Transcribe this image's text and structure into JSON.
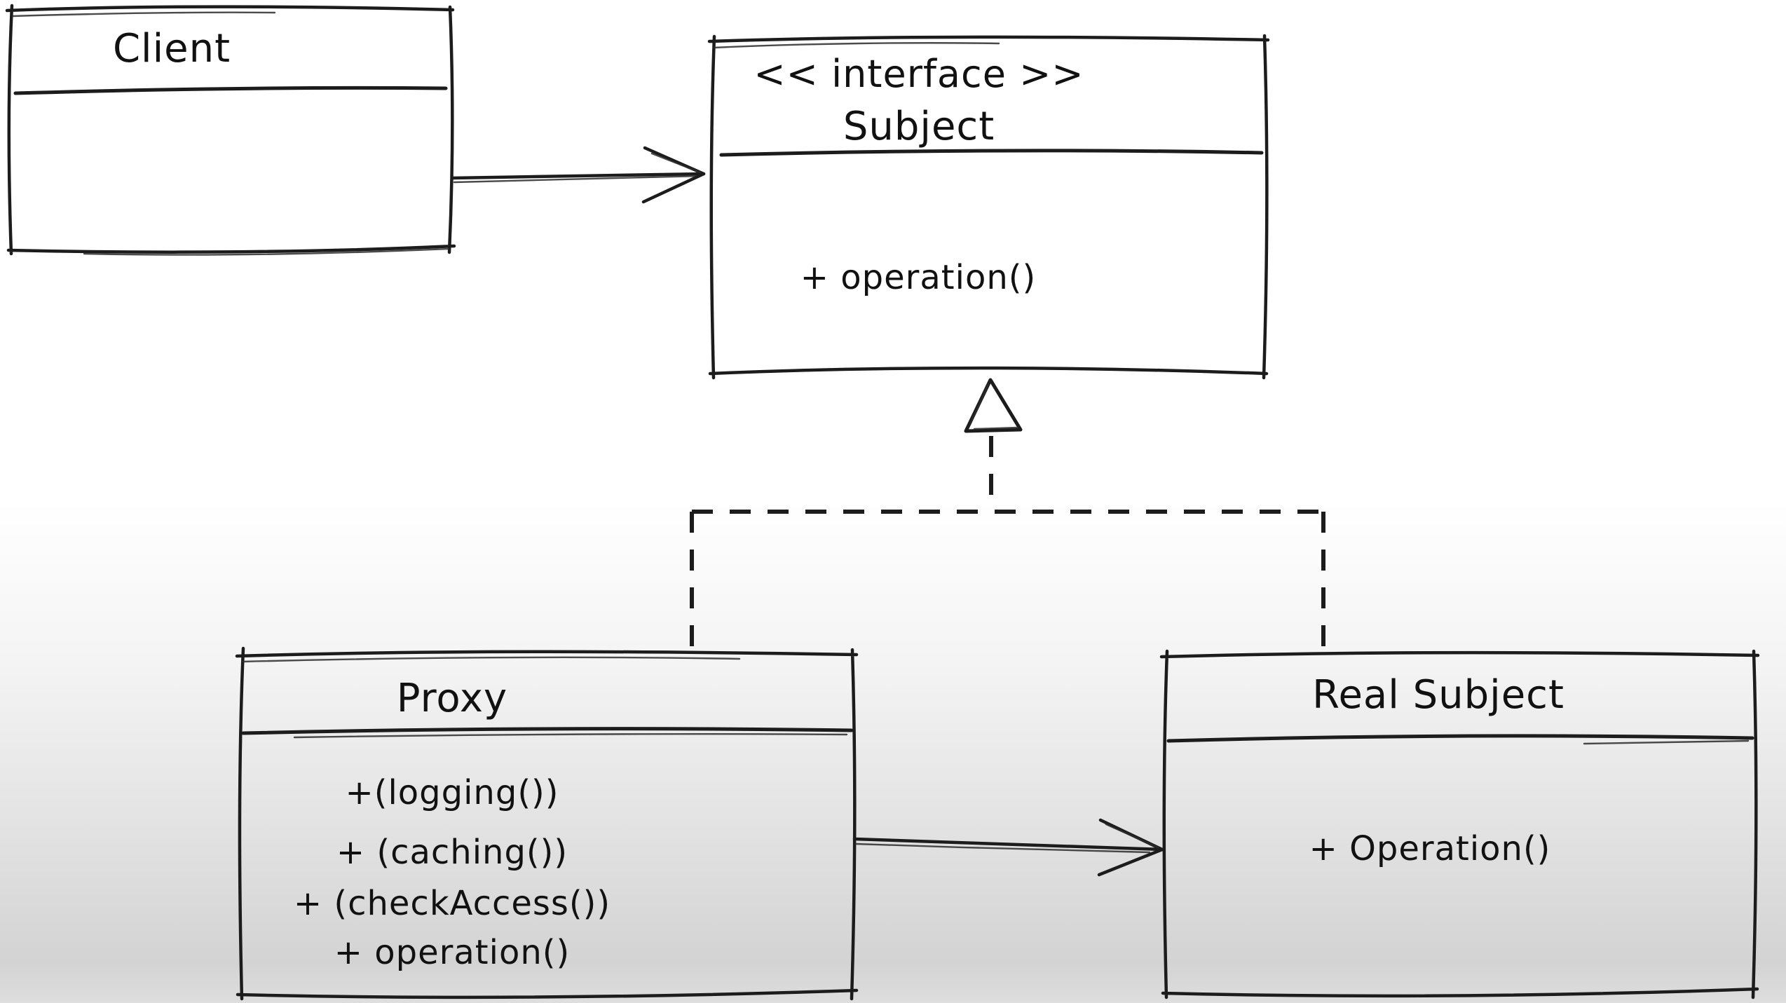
{
  "diagram": {
    "classes": {
      "client": {
        "name": "Client",
        "methods": []
      },
      "subject": {
        "stereotype": "<< interface >>",
        "name": "Subject",
        "methods": [
          "+ operation()"
        ]
      },
      "proxy": {
        "name": "Proxy",
        "methods": [
          "+(logging())",
          "+ (caching())",
          "+ (checkAccess())",
          "+ operation()"
        ]
      },
      "real_subject": {
        "name": "Real Subject",
        "methods": [
          "+ Operation()"
        ]
      }
    },
    "colors": {
      "ink": "#1c1c1c",
      "background_top": "#ffffff",
      "background_bottom": "#d2d2d2",
      "triangle_fill": "#ffffff"
    }
  }
}
